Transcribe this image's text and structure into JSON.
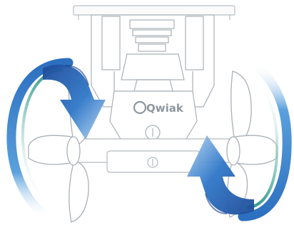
{
  "brand": {
    "logo_text": "Qwiak",
    "logo_name": "quick-logo"
  },
  "illustration": {
    "subject": "bow-thruster-propeller-unit",
    "colors": {
      "outline": "#9aa3ab",
      "outline_light": "#c9ced3",
      "arrow_dark": "#1f4fa0",
      "arrow_mid": "#2f78c9",
      "arrow_light": "#7fb6e6",
      "ring_teal": "#2f9a8c",
      "ring_blue": "#2c6fc0"
    },
    "rotation_icons": [
      "rotate-counterclockwise-icon",
      "rotate-clockwise-icon"
    ]
  }
}
